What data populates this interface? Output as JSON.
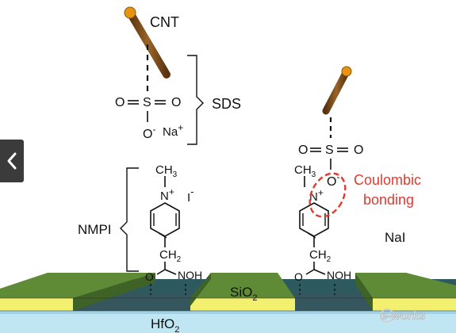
{
  "labels": {
    "cnt": "CNT",
    "sds": "SDS",
    "nmpi": "NMPI",
    "coulombic_line1": "Coulombic",
    "coulombic_line2": "bonding",
    "nai": "NaI",
    "sio2_base": "SiO",
    "sio2_sub": "2",
    "hfo2_base": "HfO",
    "hfo2_sub": "2",
    "watermark": "e-works"
  },
  "sds_group": {
    "o_left": "O",
    "s": "S",
    "o_right": "O",
    "o_minus": "O",
    "minus": "-",
    "na": "Na",
    "plus": "+"
  },
  "nmpi_group": {
    "ch3_base": "CH",
    "ch3_sub": "3",
    "n": "N",
    "n_plus": "+",
    "iodide": "I",
    "iodide_minus": "-",
    "ch2_base": "CH",
    "ch2_sub": "2",
    "o": "O",
    "noh": "NOH"
  },
  "bonded_group": {
    "o_left": "O",
    "s": "S",
    "o_right": "O",
    "o_minus": "O",
    "minus": "-",
    "ch3_base": "CH",
    "ch3_sub": "3",
    "n": "N",
    "n_plus": "+",
    "ch2_base": "CH",
    "ch2_sub": "2",
    "o": "O",
    "noh": "NOH"
  },
  "colors": {
    "cnt_rod": "#7a4a1c",
    "cnt_tip": "#e8940f",
    "dielectric_green": "#476b2c",
    "dielectric_top": "#5f8a36",
    "channel_teal": "#2d5a5e",
    "electrode_yellow": "#f2f06e",
    "hfo2_blue": "#bfe6f2",
    "highlight_red": "#e23a2e"
  },
  "icons": {
    "nav_arrow": "chevron-left-icon"
  }
}
